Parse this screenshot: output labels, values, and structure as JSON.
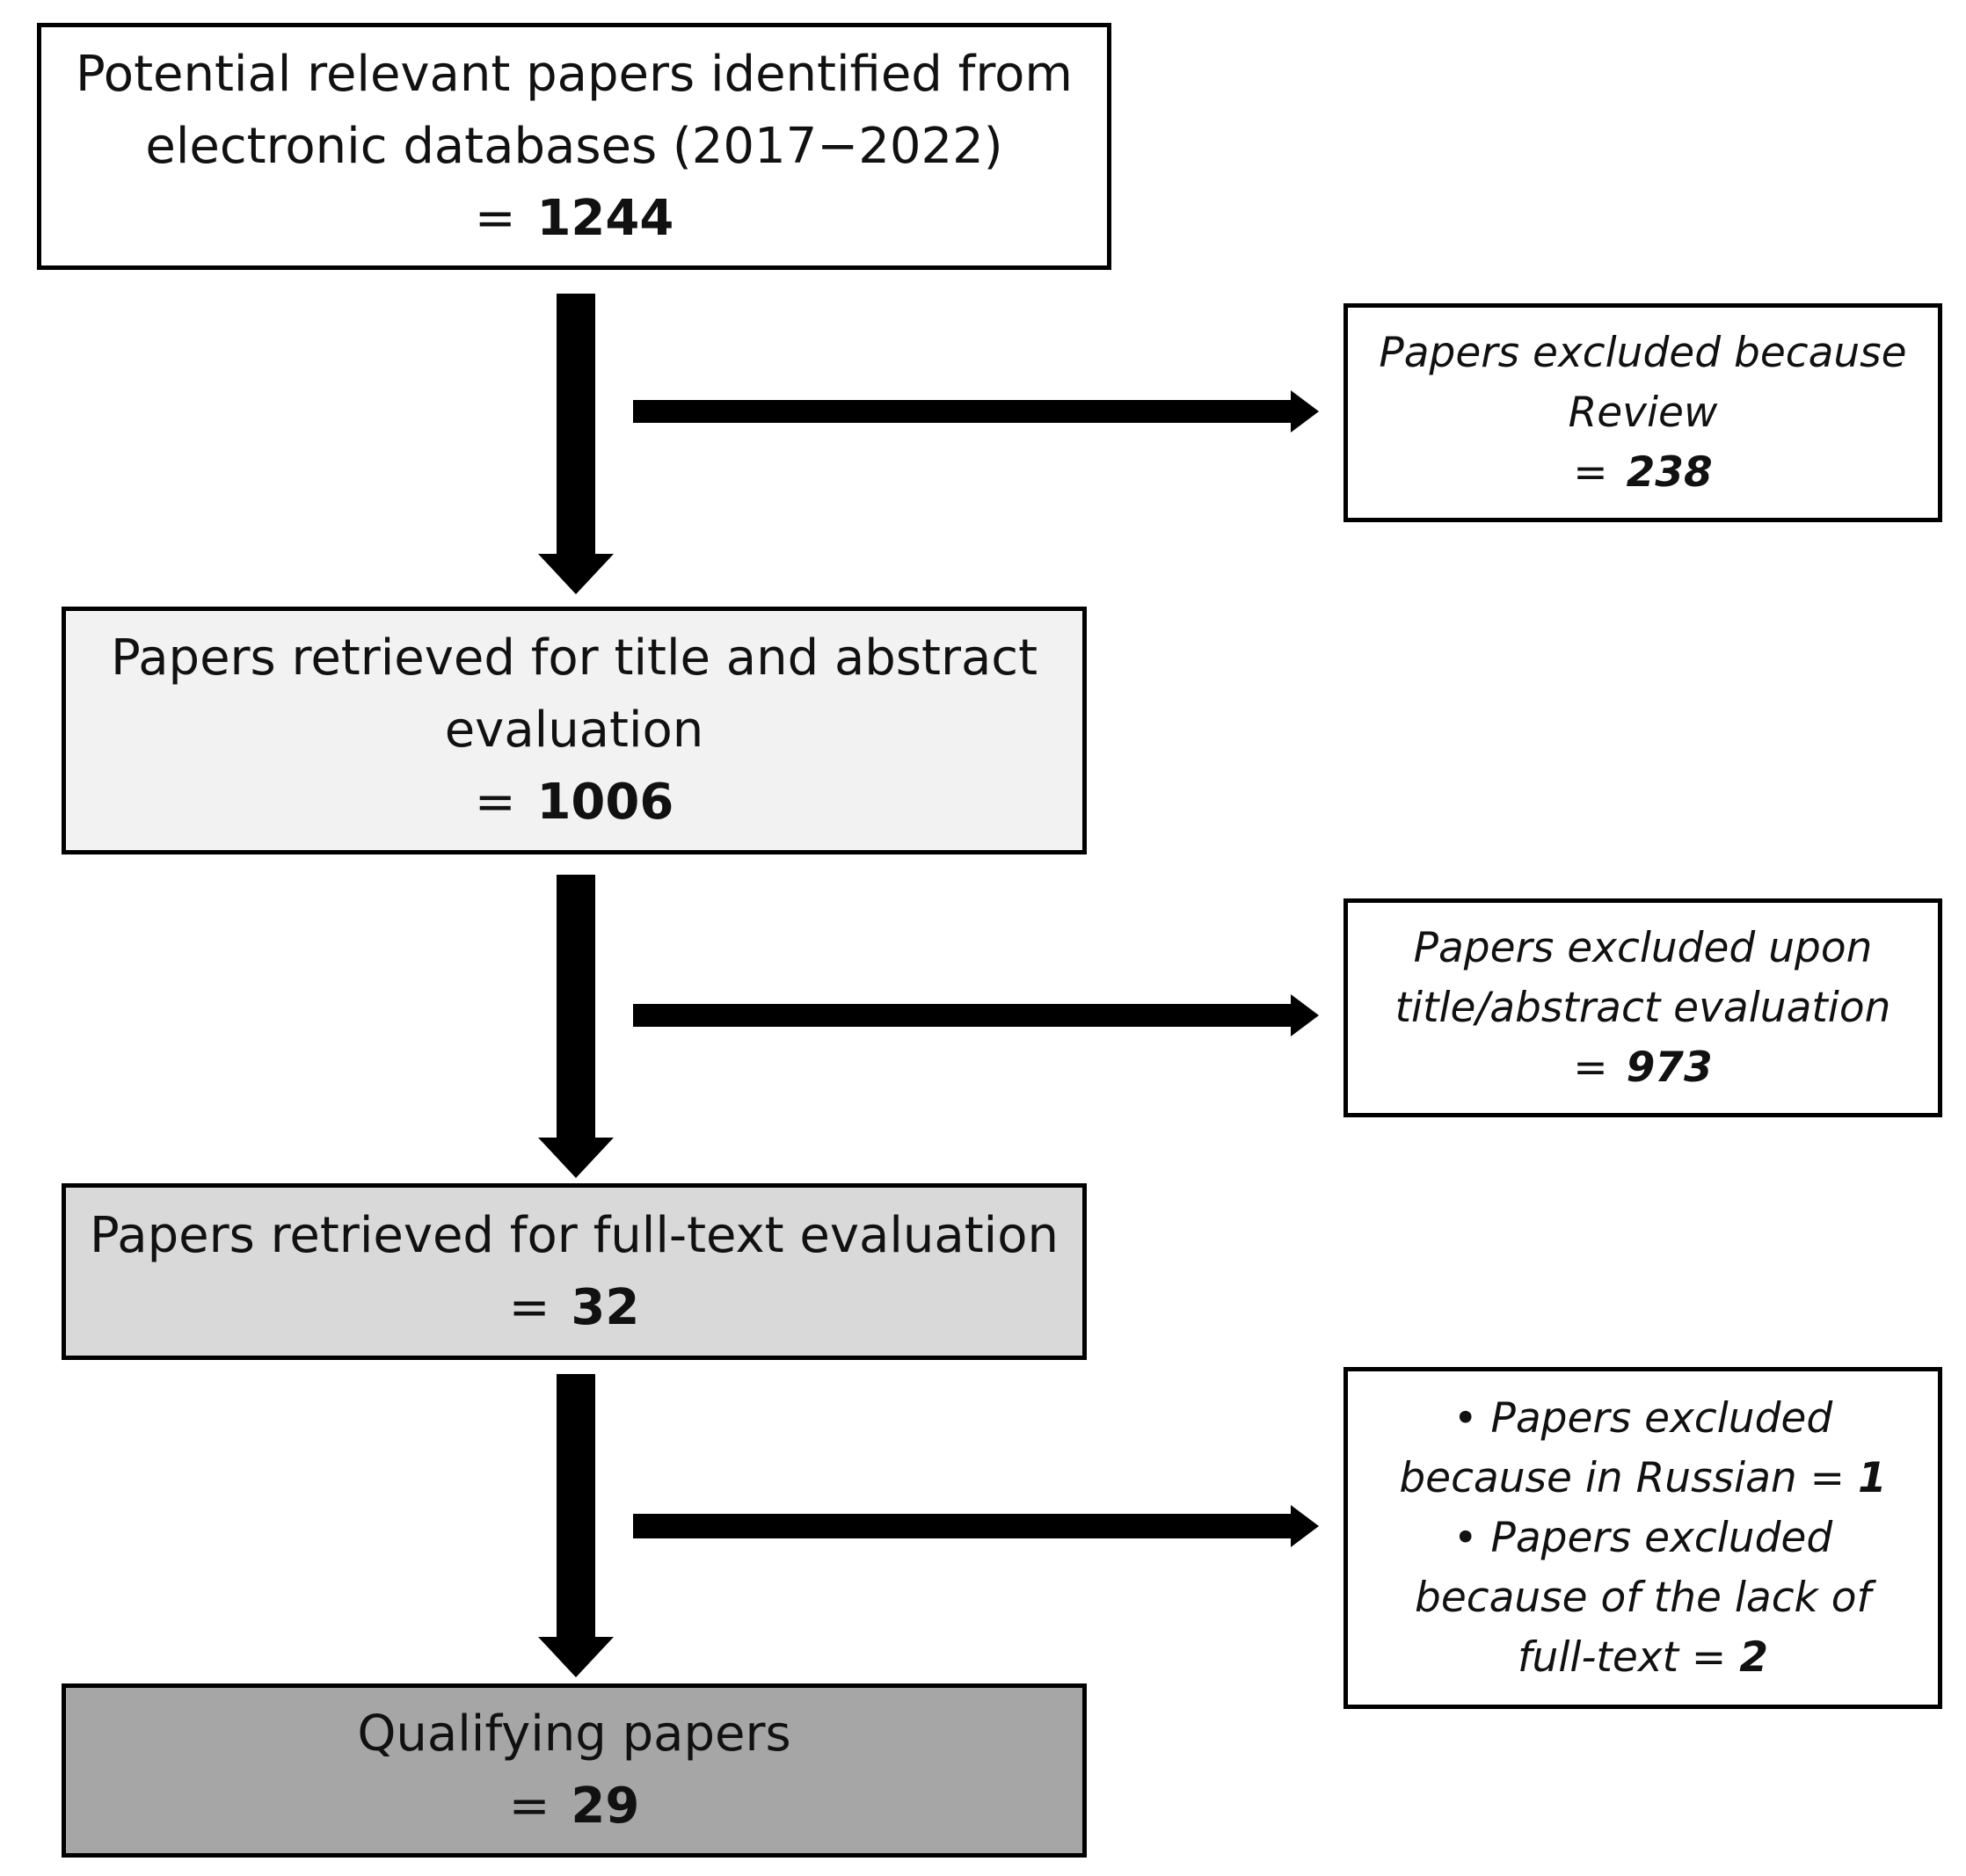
{
  "flow": {
    "identified": {
      "line1": "Potential relevant papers identified  from",
      "line2": "electronic databases (2017−2022)",
      "eq": "=",
      "count": "1244"
    },
    "title_abstract": {
      "line1": "Papers retrieved for title  and abstract",
      "line2": "evaluation",
      "eq": "=",
      "count": "1006"
    },
    "full_text": {
      "line1": "Papers retrieved for full-text evaluation",
      "eq": "=",
      "count": "32"
    },
    "qualifying": {
      "line1": "Qualifying papers",
      "eq": "=",
      "count": "29"
    }
  },
  "exclusions": {
    "review": {
      "line1": "Papers excluded because",
      "line2": "Review",
      "eq": "=",
      "count": "238"
    },
    "title_abstract": {
      "line1": "Papers excluded upon",
      "line2": "title/abstract  evaluation",
      "eq": "=",
      "count": "973"
    },
    "full_text": {
      "bullet": "•",
      "item1_line1": "Papers excluded",
      "item1_line2": "because in Russian =",
      "item1_count": "1",
      "item2_line1": "Papers excluded",
      "item2_line2": "because of the lack of",
      "item2_line3": "full-text =",
      "item2_count": "2"
    }
  },
  "colors": {
    "box1": "#ffffff",
    "box2": "#f2f2f2",
    "box3": "#d9d9d9",
    "box4": "#a6a6a6",
    "arrow": "#000000"
  }
}
